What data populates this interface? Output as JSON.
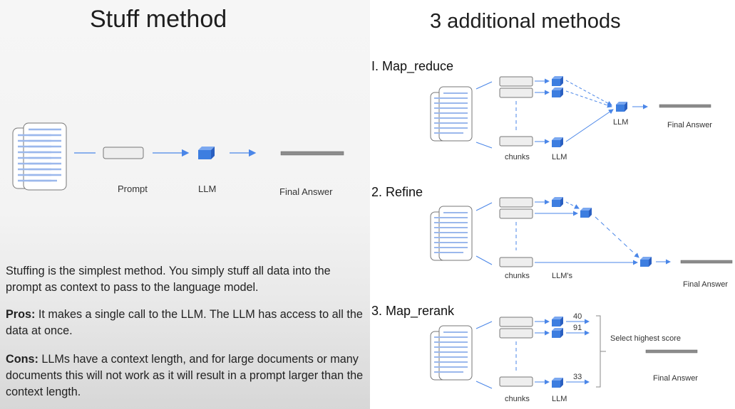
{
  "left": {
    "title": "Stuff method",
    "labels": {
      "prompt": "Prompt",
      "llm": "LLM",
      "final": "Final Answer"
    },
    "desc": "Stuffing is the simplest method. You simply stuff all data into the prompt as context to pass to the language model.",
    "pros_label": "Pros:",
    "pros": " It makes a single call to the LLM. The LLM has access to all the data at once.",
    "cons_label": "Cons:",
    "cons": " LLMs have a context length, and for large documents or many documents this will not work as it will result in a prompt larger than the context length."
  },
  "right": {
    "title": "3 additional methods",
    "map_reduce": {
      "heading": "I. Map_reduce",
      "chunks": "chunks",
      "llm_small": "LLM",
      "llm": "LLM",
      "final": "Final Answer"
    },
    "refine": {
      "heading": "2. Refine",
      "chunks": "chunks",
      "llms": "LLM's",
      "final": "Final Answer"
    },
    "map_rerank": {
      "heading": "3. Map_rerank",
      "chunks": "chunks",
      "llm": "LLM",
      "select": "Select highest score",
      "final": "Final Answer",
      "scores": [
        "40",
        "91",
        "33"
      ]
    }
  },
  "colors": {
    "cube": "#3d7ee0",
    "arrow": "#4a86e8",
    "doc_line": "#9bb8ec",
    "bar": "#8c8c8c"
  }
}
